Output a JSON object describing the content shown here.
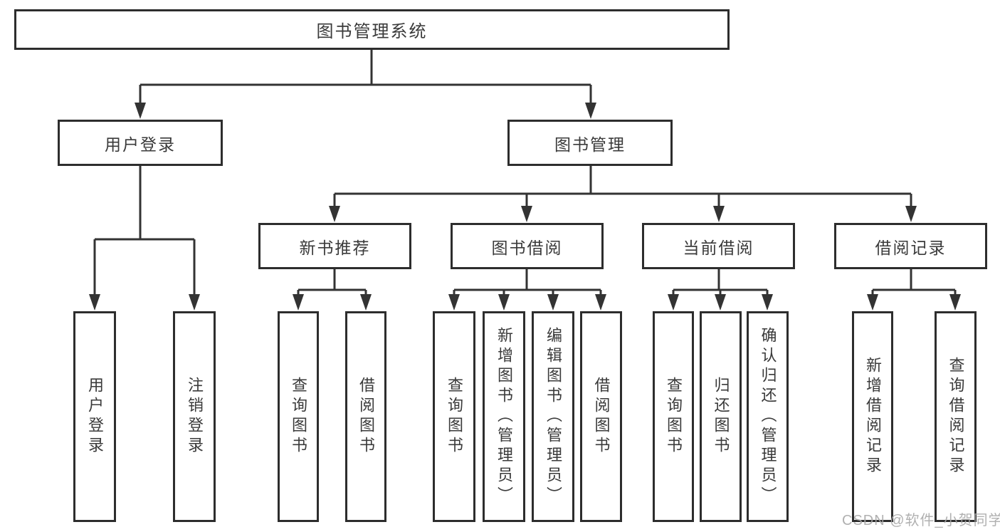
{
  "diagram": {
    "root": {
      "label": "图书管理系统"
    },
    "branches": [
      {
        "label": "用户登录",
        "children": [
          {
            "label": "用户登录"
          },
          {
            "label": "注销登录"
          }
        ]
      },
      {
        "label": "图书管理",
        "children": [
          {
            "label": "新书推荐",
            "children": [
              {
                "label": "查询图书"
              },
              {
                "label": "借阅图书"
              }
            ]
          },
          {
            "label": "图书借阅",
            "children": [
              {
                "label": "查询图书"
              },
              {
                "label": "新增图书（管理员）"
              },
              {
                "label": "编辑图书（管理员）"
              },
              {
                "label": "借阅图书"
              }
            ]
          },
          {
            "label": "当前借阅",
            "children": [
              {
                "label": "查询图书"
              },
              {
                "label": "归还图书"
              },
              {
                "label": "确认归还（管理员）"
              }
            ]
          },
          {
            "label": "借阅记录",
            "children": [
              {
                "label": "新增借阅记录"
              },
              {
                "label": "查询借阅记录"
              }
            ]
          }
        ]
      }
    ]
  },
  "watermark": {
    "text": "CSDN @软件_小贺同学"
  },
  "colors": {
    "line": "#333333",
    "box_border": "#2d2d2d",
    "text": "#3a3a3a",
    "watermark": "#a8a8a8",
    "background": "#ffffff"
  }
}
